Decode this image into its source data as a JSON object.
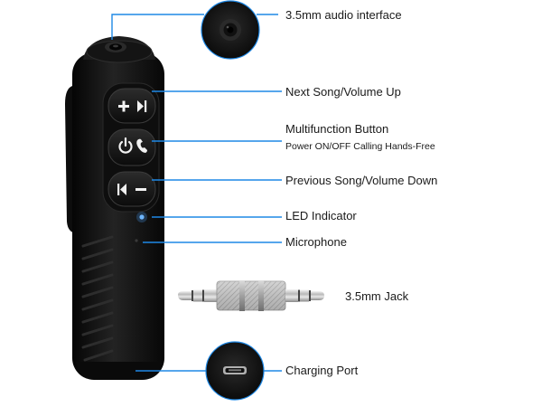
{
  "labels": {
    "audio_interface": "3.5mm audio interface",
    "next_song": "Next Song/Volume Up",
    "multifunction": "Multifunction Button",
    "multifunction_sub": "Power ON/OFF Calling Hands-Free",
    "previous_song": "Previous Song/Volume Down",
    "led": "LED Indicator",
    "microphone": "Microphone",
    "jack": "3.5mm Jack",
    "charging": "Charging Port"
  },
  "colors": {
    "callout_line": "#1e88e5",
    "device_body": "#141414",
    "led": "#4da3ff"
  },
  "icons": [
    "plus-icon",
    "next-track-icon",
    "power-icon",
    "phone-icon",
    "previous-track-icon",
    "minus-icon"
  ]
}
